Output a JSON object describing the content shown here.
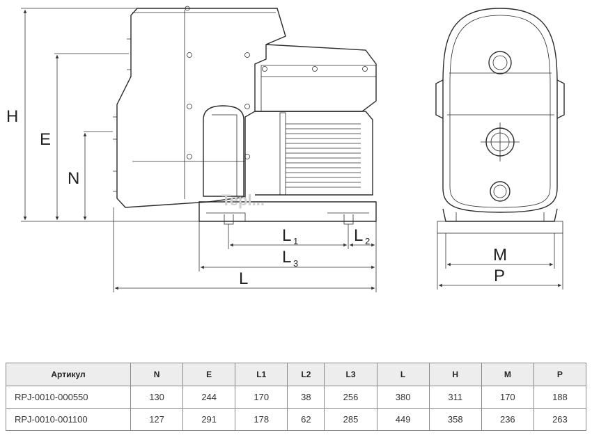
{
  "diagram": {
    "labels": {
      "H": "H",
      "E": "E",
      "N": "N",
      "L1": "L",
      "L1_sub": "1",
      "L2": "L",
      "L2_sub": "2",
      "L3": "L",
      "L3_sub": "3",
      "L": "L",
      "M": "M",
      "P": "P"
    },
    "watermark": "Tepl..."
  },
  "table": {
    "headers": [
      "Артикул",
      "N",
      "E",
      "L1",
      "L2",
      "L3",
      "L",
      "H",
      "M",
      "P"
    ],
    "rows": [
      [
        "RPJ-0010-000550",
        "130",
        "244",
        "170",
        "38",
        "256",
        "380",
        "311",
        "170",
        "188"
      ],
      [
        "RPJ-0010-001100",
        "127",
        "291",
        "178",
        "62",
        "285",
        "449",
        "358",
        "236",
        "263"
      ]
    ]
  }
}
